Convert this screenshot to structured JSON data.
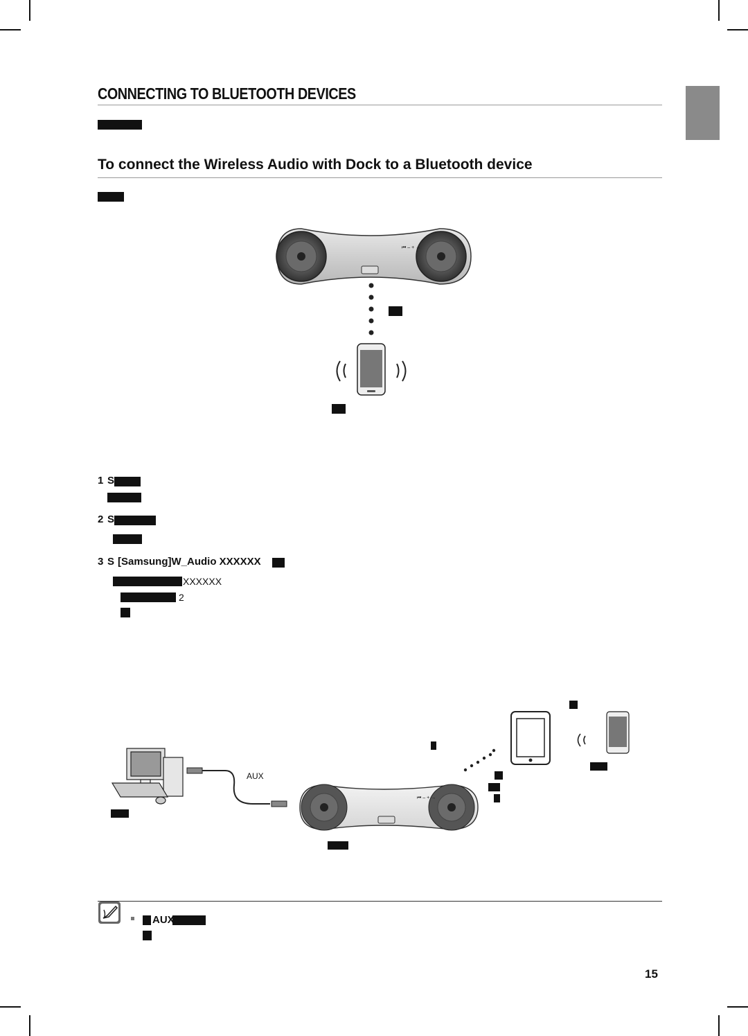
{
  "header": {
    "section_title": "CONNECTING TO BLUETOOTH DEVICES"
  },
  "subsection": {
    "title": "To connect the Wireless Audio with Dock to a Bluetooth device"
  },
  "steps": [
    {
      "number": "1",
      "lead": "S"
    },
    {
      "number": "2",
      "lead": "S"
    },
    {
      "number": "3",
      "lead": "S",
      "device_name": "[Samsung]W_Audio XXXXXX",
      "detail_code": "XXXXXX",
      "detail_ref": "2"
    }
  ],
  "diagram_top": {
    "speaker_buttons": "⏮ – + →"
  },
  "diagram_bottom": {
    "aux_label": "AUX",
    "speaker_buttons": "⏮ – + →"
  },
  "note": {
    "aux_label": "AUX"
  },
  "page_number": "15",
  "colors": {
    "tab_gray": "#8a8a8a",
    "text": "#111111"
  }
}
